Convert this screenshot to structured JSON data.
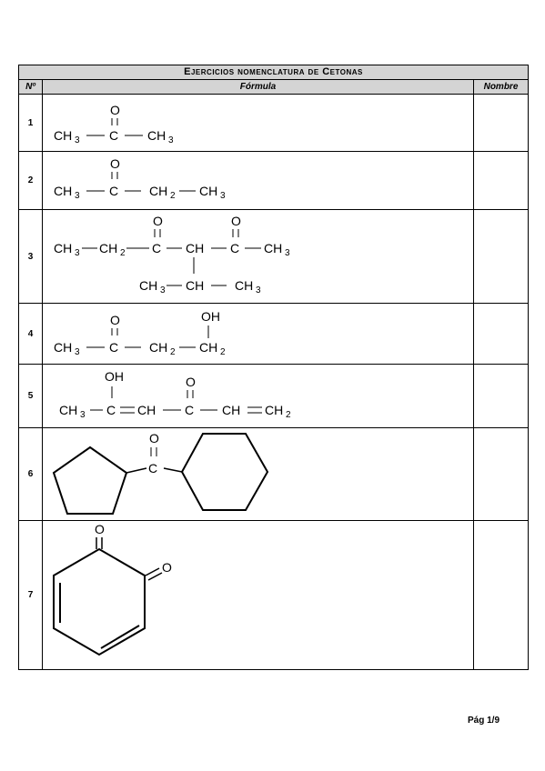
{
  "table": {
    "title": "Ejercicios nomenclatura de Cetonas",
    "headers": {
      "num": "Nº",
      "formula": "Fórmula",
      "name": "Nombre"
    },
    "rows": [
      {
        "num": "1"
      },
      {
        "num": "2"
      },
      {
        "num": "3"
      },
      {
        "num": "4"
      },
      {
        "num": "5"
      },
      {
        "num": "6"
      },
      {
        "num": "7"
      }
    ]
  },
  "labels": {
    "ch3": "CH",
    "ch2": "CH",
    "ch": "CH",
    "c": "C",
    "o": "O",
    "oh": "OH",
    "sub3": "3",
    "sub2": "2"
  },
  "footer": {
    "page": "Pág 1/9"
  }
}
